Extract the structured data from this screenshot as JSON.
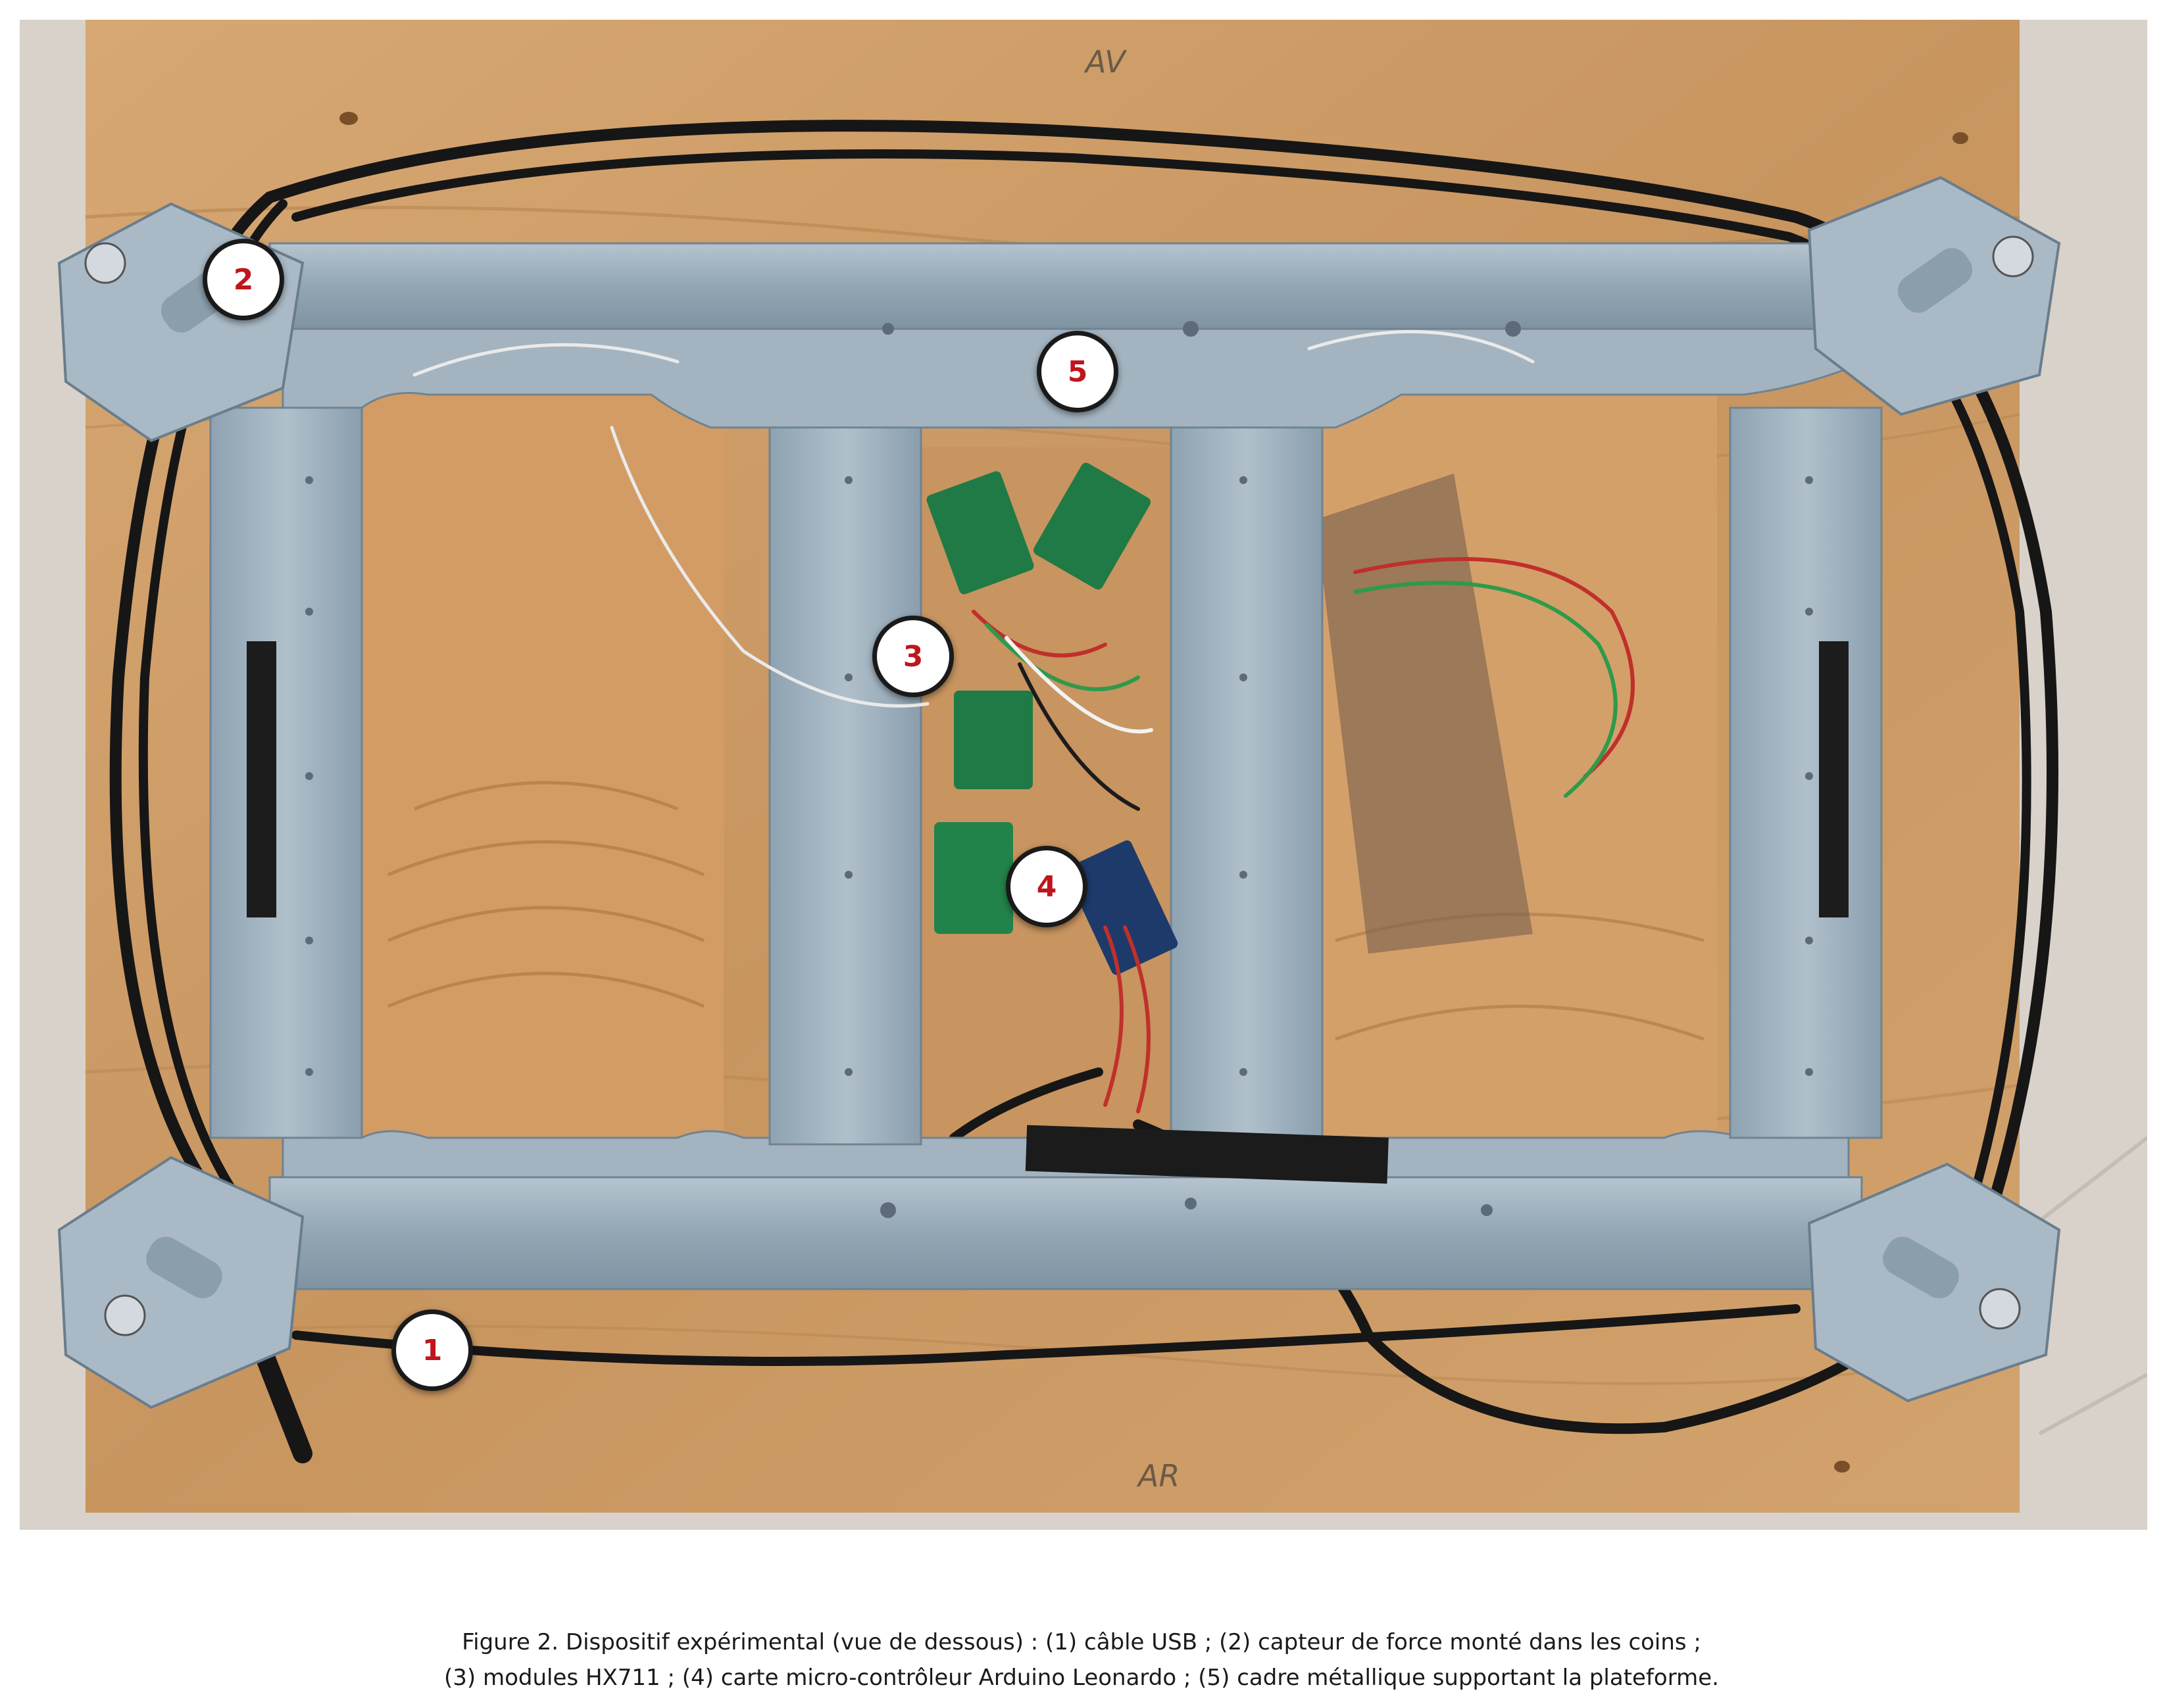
{
  "figure": {
    "markers": [
      {
        "label": "1",
        "meaning": "câble USB"
      },
      {
        "label": "2",
        "meaning": "capteur de force monté dans les coins"
      },
      {
        "label": "3",
        "meaning": "modules HX711"
      },
      {
        "label": "4",
        "meaning": "carte micro-contrôleur Arduino Leonardo"
      },
      {
        "label": "5",
        "meaning": "cadre métallique supportant la plateforme"
      }
    ],
    "caption_line1": "Figure 2. Dispositif expérimental (vue de dessous) : (1) câble USB ; (2) capteur de force monté dans les coins ;",
    "caption_line2": "(3) modules HX711 ; (4) carte micro-contrôleur Arduino Leonardo ; (5) cadre métallique supportant la plateforme.",
    "board_marks": {
      "top": "AV",
      "bottom": "AR"
    }
  },
  "colors": {
    "marker_text": "#c0151b",
    "marker_border": "#1a1a1a",
    "wood": "#c99a66",
    "metal": "#9fb1bf",
    "cable": "#161616",
    "pcb": "#1f7a45"
  }
}
